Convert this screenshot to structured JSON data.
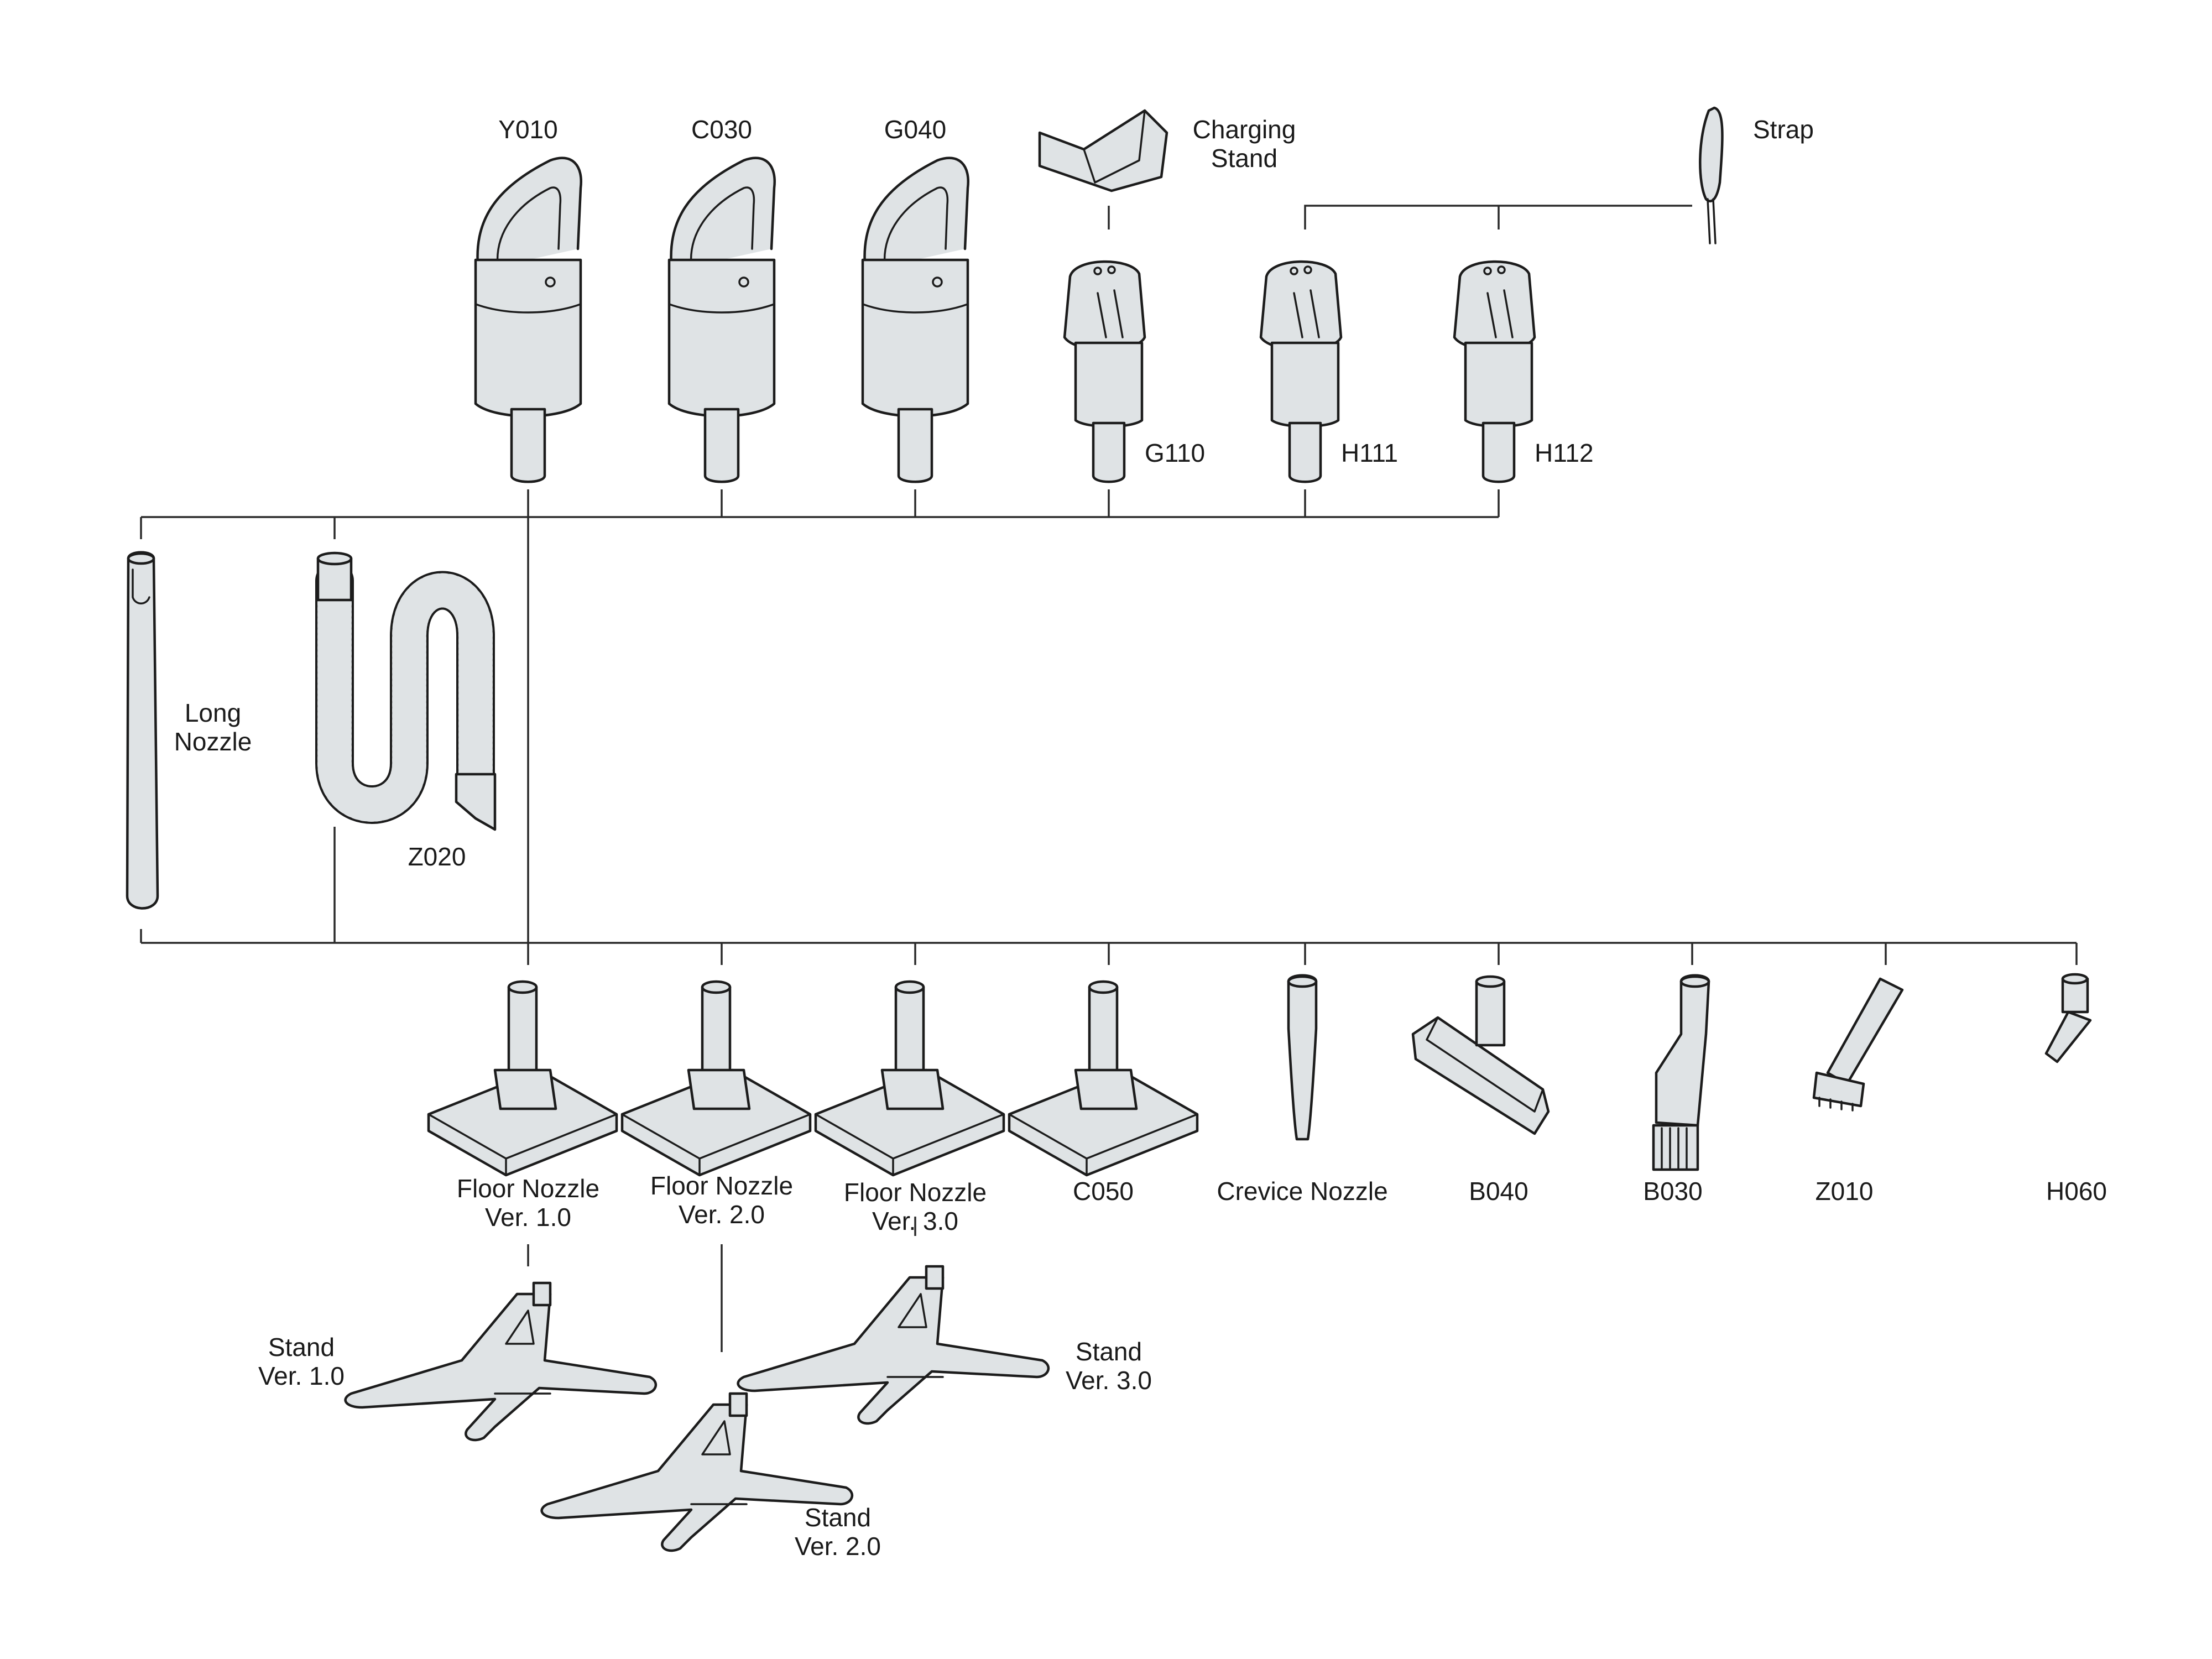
{
  "parts": {
    "y010": "Y010",
    "c030": "C030",
    "g040": "G040",
    "charging_stand": [
      "Charging",
      "Stand"
    ],
    "strap": "Strap",
    "g110": "G110",
    "h111": "H111",
    "h112": "H112",
    "long_nozzle": [
      "Long",
      "Nozzle"
    ],
    "z020": "Z020",
    "floor_nozzle_v1": [
      "Floor Nozzle",
      "Ver. 1.0"
    ],
    "floor_nozzle_v2": [
      "Floor Nozzle",
      "Ver. 2.0"
    ],
    "floor_nozzle_v3": [
      "Floor Nozzle",
      "Ver. 3.0"
    ],
    "c050": "C050",
    "crevice_nozzle": "Crevice Nozzle",
    "b040": "B040",
    "b030": "B030",
    "z010": "Z010",
    "h060": "H060",
    "stand_v1": [
      "Stand",
      "Ver. 1.0"
    ],
    "stand_v2": [
      "Stand",
      "Ver. 2.0"
    ],
    "stand_v3": [
      "Stand",
      "Ver. 3.0"
    ]
  },
  "colors": {
    "part_fill": "#dfe3e5",
    "outline": "#1c1c1c",
    "connector": "#2a2a2a"
  }
}
